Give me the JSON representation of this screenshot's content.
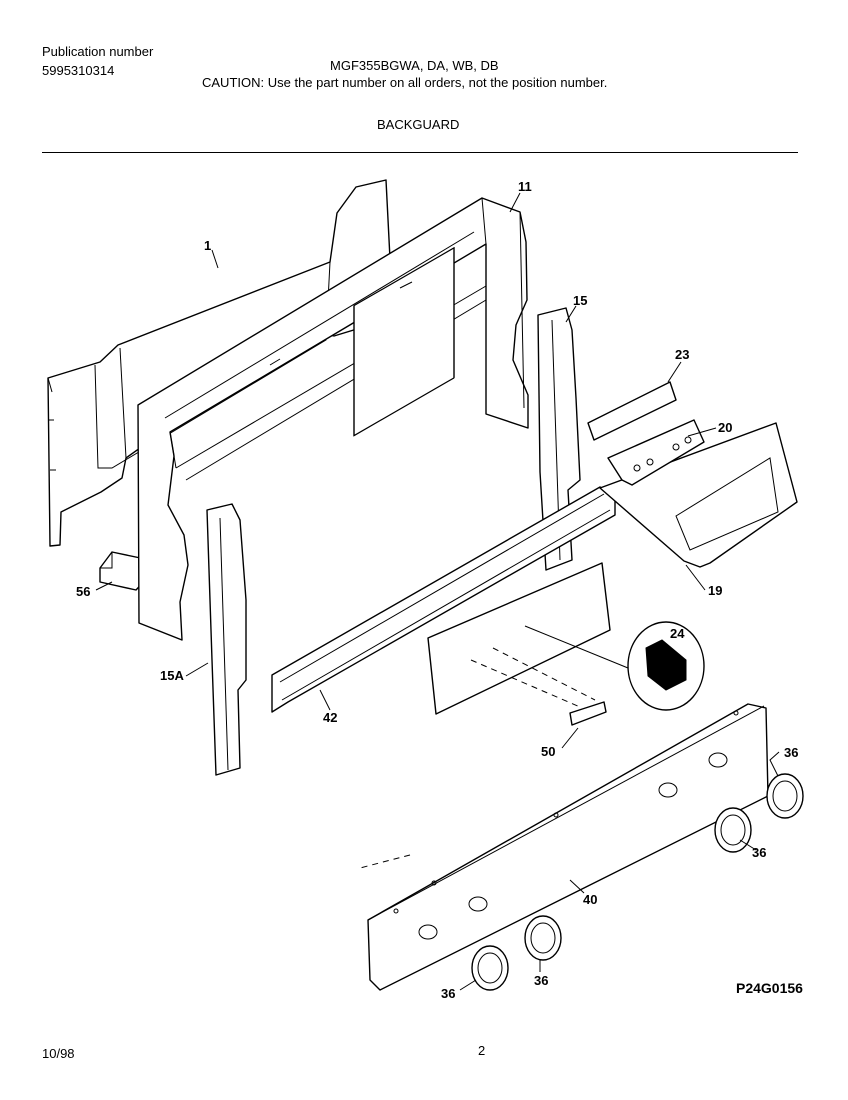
{
  "header": {
    "publication_label": "Publication number",
    "publication_number": "5995310314",
    "model": "MGF355BGWA, DA, WB, DB",
    "caution": "CAUTION:  Use the part number on all orders, not the position number.",
    "section_title": "BACKGUARD"
  },
  "callouts": {
    "c1": "1",
    "c11": "11",
    "c15": "15",
    "c15a": "15A",
    "c19": "19",
    "c20": "20",
    "c23": "23",
    "c24": "24",
    "c36a": "36",
    "c36b": "36",
    "c36c": "36",
    "c36d": "36",
    "c40": "40",
    "c42": "42",
    "c50": "50",
    "c56": "56"
  },
  "footer": {
    "date": "10/98",
    "page": "2",
    "figure_code": "P24G0156"
  }
}
